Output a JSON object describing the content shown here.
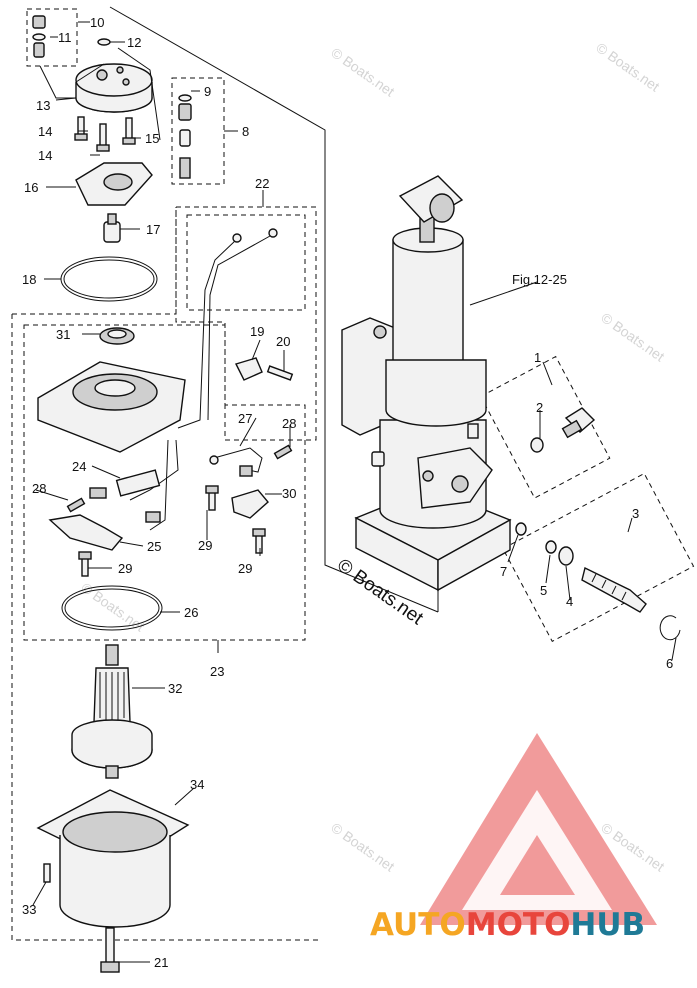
{
  "callouts": {
    "c1": "1",
    "c2": "2",
    "c3": "3",
    "c4": "4",
    "c5": "5",
    "c6": "6",
    "c7": "7",
    "c8": "8",
    "c9": "9",
    "c10": "10",
    "c11": "11",
    "c12": "12",
    "c13": "13",
    "c14a": "14",
    "c14b": "14",
    "c15": "15",
    "c16": "16",
    "c17": "17",
    "c18": "18",
    "c19": "19",
    "c20": "20",
    "c21": "21",
    "c22": "22",
    "c23": "23",
    "c24": "24",
    "c25": "25",
    "c26": "26",
    "c27": "27",
    "c28a": "28",
    "c28b": "28",
    "c29a": "29",
    "c29b": "29",
    "c29c": "29",
    "c30": "30",
    "c31": "31",
    "c32": "32",
    "c33": "33",
    "c34": "34"
  },
  "fig_reference": "Fig.12-25",
  "watermark": "© Boats.net",
  "logo": {
    "part1": "AUTO",
    "part2": "MOTO",
    "part3": "HUB"
  },
  "colors": {
    "logo_red": "#e8453c",
    "logo_orange": "#f5a623",
    "logo_teal": "#1f7a96"
  }
}
